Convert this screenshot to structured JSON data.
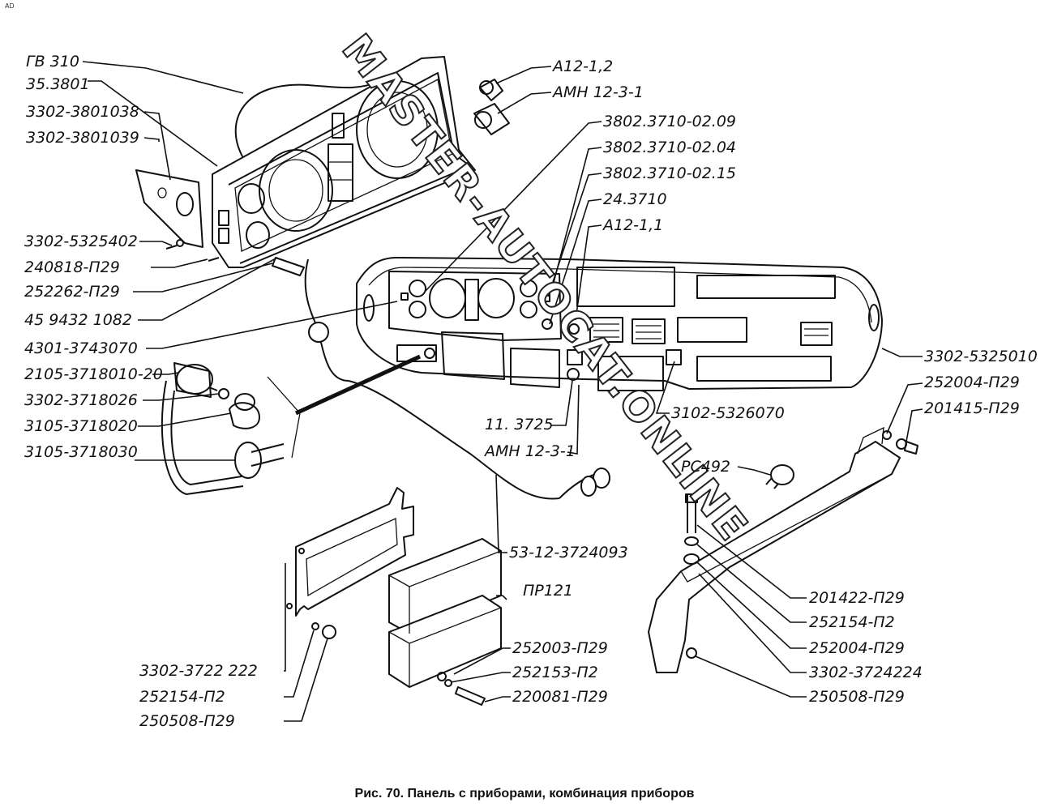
{
  "corner_mark": "AD",
  "caption": "Рис. 70. Панель с приборами, комбинация приборов",
  "watermark": "MASTER-AUTOCAT.ONLINE",
  "labels": {
    "gv310": "ГВ 310",
    "l35_3801": "35.3801",
    "l3302_3801038": "3302-3801038",
    "l3302_3801039": "3302-3801039",
    "l3302_5325402": "3302-5325402",
    "l240818": "240818-П29",
    "l252262": "252262-П29",
    "l45_9432": "45 9432 1082",
    "l4301": "4301-3743070",
    "l2105": "2105-3718010-20",
    "l3302_3718026": "3302-3718026",
    "l3105_3718020": "3105-3718020",
    "l3105_3718030": "3105-3718030",
    "a12_12": "А12-1,2",
    "amn_top": "АМН 12-3-1",
    "l3802_09": "3802.3710-02.09",
    "l3802_04": "3802.3710-02.04",
    "l3802_15": "3802.3710-02.15",
    "l24_3710": "24.3710",
    "a12_11": "А12-1,1",
    "l3302_5325010": "3302-5325010",
    "l252004_top": "252004-П29",
    "l201415": "201415-П29",
    "l3102": "3102-5326070",
    "l11_3725": "11. 3725",
    "amn_mid": "АМН 12-3-1",
    "rs492": "РС492",
    "l53_12": "53-12-3724093",
    "pr121": "ПР121",
    "l201422": "201422-П29",
    "l252154_r": "252154-П2",
    "l252004_r": "252004-П29",
    "l3302_3724224": "3302-3724224",
    "l250508_r": "250508-П29",
    "l252003": "252003-П29",
    "l252153": "252153-П2",
    "l220081": "220081-П29",
    "l3302_3722222": "3302-3722 222",
    "l252154_l": "252154-П2",
    "l250508_l": "250508-П29"
  }
}
